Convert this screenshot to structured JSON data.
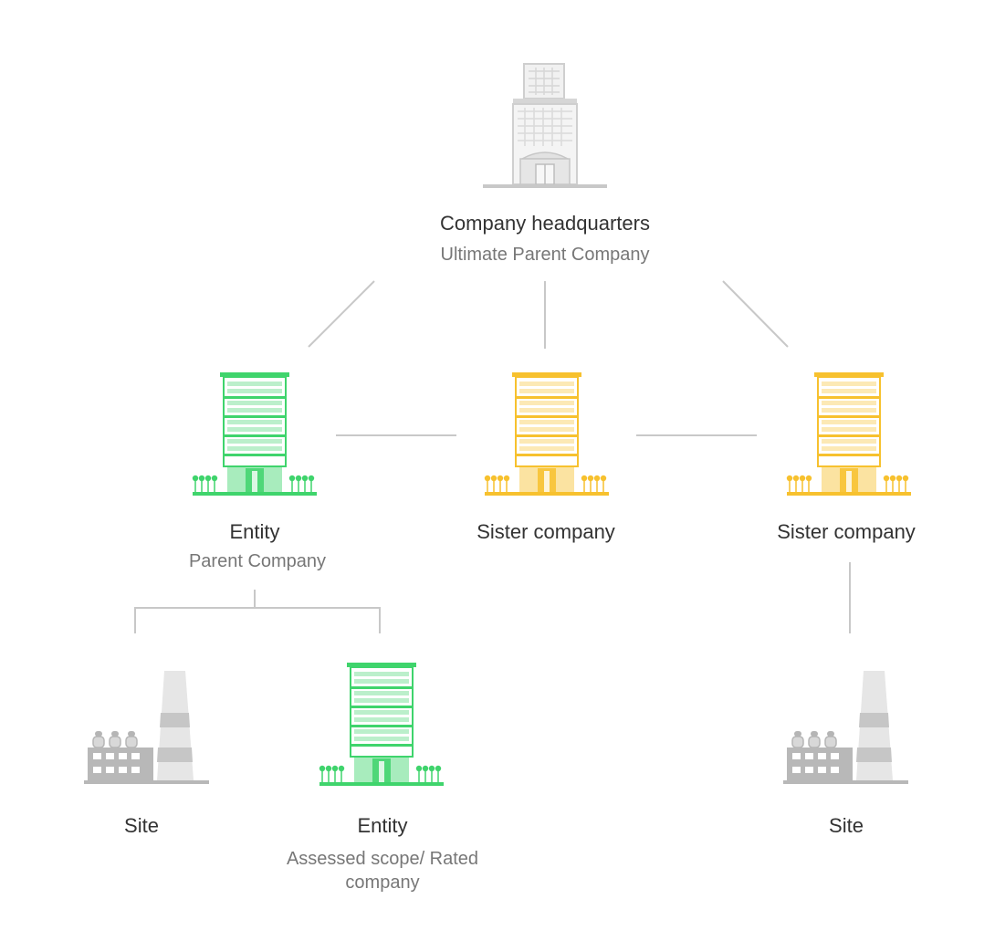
{
  "colors": {
    "headquarters": "#d6d6d6",
    "entity": "#3fd46c",
    "sister": "#f7c12e",
    "site": "#b8b8b8",
    "connector": "#c8c8c8",
    "title_text": "#333333",
    "subtitle_text": "#777777"
  },
  "nodes": {
    "headquarters": {
      "icon": "office-tower-icon",
      "title": "Company headquarters",
      "subtitle": "Ultimate Parent Company"
    },
    "parent_entity": {
      "icon": "green-office-building-icon",
      "title": "Entity",
      "subtitle": "Parent Company"
    },
    "sister_1": {
      "icon": "yellow-office-building-icon",
      "title": "Sister company"
    },
    "sister_2": {
      "icon": "yellow-office-building-icon",
      "title": "Sister company"
    },
    "site_1": {
      "icon": "factory-icon",
      "title": "Site"
    },
    "assessed_entity": {
      "icon": "green-office-building-icon",
      "title": "Entity",
      "subtitle": "Assessed scope/ Rated company"
    },
    "site_2": {
      "icon": "factory-icon",
      "title": "Site"
    }
  }
}
